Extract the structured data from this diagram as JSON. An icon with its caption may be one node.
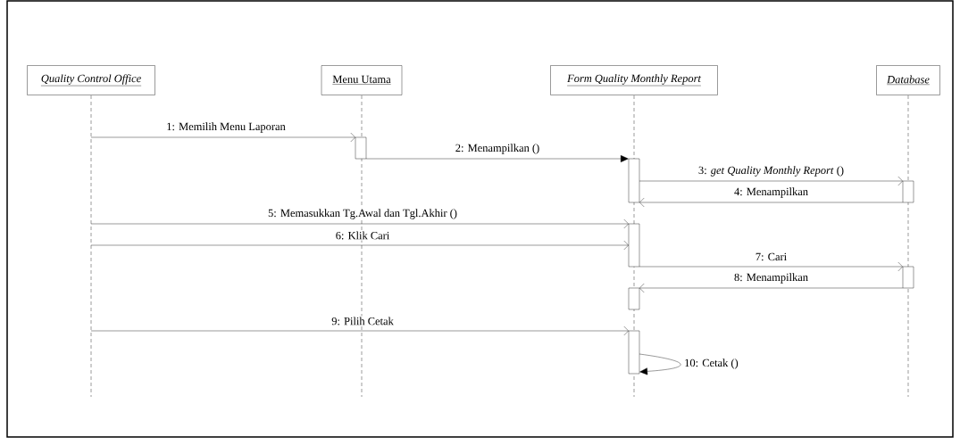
{
  "diagram": {
    "nodes": [
      {
        "text": [
          "Quality Control Office"
        ]
      },
      {
        "text": [
          "Menu Utama"
        ]
      },
      {
        "text": [
          "Form Quality Monthly Report"
        ]
      },
      {
        "text": [
          "Database"
        ]
      },
      {
        "text": [],
        "shape": "bar"
      },
      {
        "text": [],
        "shape": "bar"
      },
      {
        "text": [],
        "shape": "bar"
      },
      {
        "text": [],
        "shape": "bar"
      },
      {
        "text": [],
        "shape": "bar"
      },
      {
        "text": [],
        "shape": "bar"
      },
      {
        "text": [],
        "shape": "bar"
      }
    ],
    "edges": [
      {
        "from": 0,
        "to": 4,
        "arrow": "to",
        "label": "1: Memilih Menu Laporan"
      },
      {
        "from": 4,
        "to": 5,
        "arrow": "to",
        "label": "2: Menampilkan ()"
      },
      {
        "from": 5,
        "to": 6,
        "arrow": "to",
        "label": "3: *get* *Quality Monthly Report* ()"
      },
      {
        "from": 6,
        "to": 5,
        "arrow": "to",
        "label": "4: Menampilkan"
      },
      {
        "from": 0,
        "to": 7,
        "arrow": "to",
        "label": "5: Memasukkan Tg.Awal dan Tgl.Akhir ()"
      },
      {
        "from": 0,
        "to": 7,
        "arrow": "to",
        "label": "6: Klik Cari"
      },
      {
        "from": 7,
        "to": 8,
        "arrow": "to",
        "label": "7: Cari"
      },
      {
        "from": 8,
        "to": 9,
        "arrow": "to",
        "label": "8: Menampilkan"
      },
      {
        "from": 0,
        "to": 10,
        "arrow": "to",
        "label": "9: Pilih Cetak"
      },
      {
        "from": 10,
        "to": 10,
        "arrow": "to",
        "label": "10: Cetak ()"
      }
    ]
  }
}
